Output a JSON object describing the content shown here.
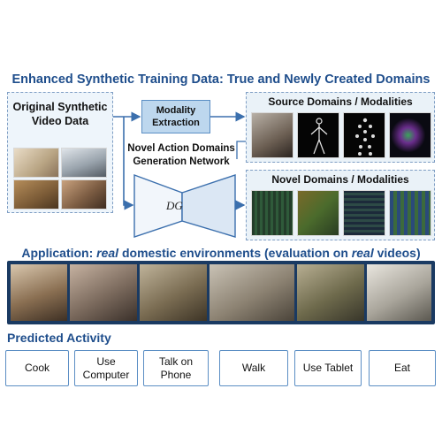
{
  "title": "Enhanced Synthetic Training Data: True and Newly Created Domains",
  "original_label": "Original Synthetic\nVideo Data",
  "modality_extraction": "Modality\nExtraction",
  "novel_gen": "Novel Action Domains\nGeneration Network",
  "dg_label": "DG",
  "source_panel_title": "Source Domains / Modalities",
  "novel_panel_title": "Novel Domains / Modalities",
  "app_title_prefix": "Application: ",
  "app_title_real1": "real",
  "app_title_mid": " domestic environments (evaluation on ",
  "app_title_real2": "real",
  "app_title_suffix": " videos)",
  "predicted_title": "Predicted Activity",
  "activities": [
    "Cook",
    "Use\nComputer",
    "Talk on\nPhone",
    "Walk",
    "Use Tablet",
    "Eat"
  ],
  "colors": {
    "accent": "#1f4e8c",
    "box_fill": "#bdd7ee",
    "box_border": "#5b8ec4",
    "arrow": "#3b6fad"
  }
}
